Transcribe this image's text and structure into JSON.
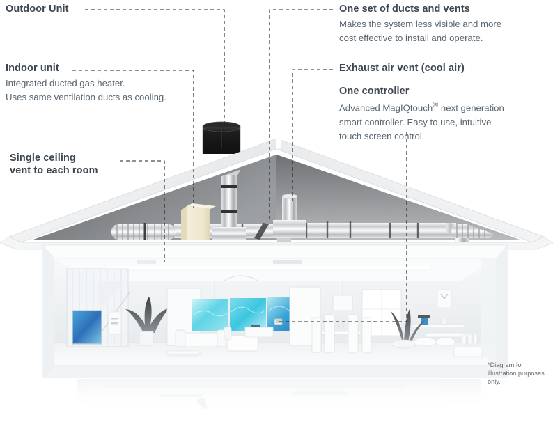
{
  "diagram": {
    "callouts": [
      {
        "id": "outdoor-unit",
        "title": "Outdoor Unit",
        "body": []
      },
      {
        "id": "indoor-unit",
        "title": "Indoor unit",
        "body": [
          "Integrated ducted gas heater.",
          "Uses same ventilation ducts as cooling."
        ]
      },
      {
        "id": "single-ceiling-vent",
        "title_line1": "Single ceiling",
        "title_line2": "vent to each room",
        "body": []
      },
      {
        "id": "one-set-of-ducts-and-vents",
        "title": "One set of ducts and vents",
        "body": [
          "Makes the system less visible and more",
          "cost effective to install and operate."
        ]
      },
      {
        "id": "exhaust-air-vent",
        "title": "Exhaust air vent (cool air)",
        "body": []
      },
      {
        "id": "one-controller",
        "title": "One controller",
        "body_line1_pre": "Advanced MagIQtouch",
        "body_line1_sup": "®",
        "body_line1_post": " next generation",
        "body_line2": "smart controller. Easy to use, intuitive",
        "body_line3": "touch screen control."
      }
    ],
    "disclaimer": {
      "line1": "*Diagram for",
      "line2": "illustration purposes",
      "line3": "only."
    },
    "colors": {
      "heading": "#3d4652",
      "body": "#5a6670",
      "leader_line": "#2b2b2b",
      "outdoor_unit": "#262626",
      "roof_shadow": "#8a8d90",
      "roof_face": "#e8eaec",
      "artwork_teal": "#4fd2e4",
      "artwork_blue": "#2e7fc4",
      "background": "#ffffff"
    },
    "scene": {
      "roof": "gable-roof",
      "attic_equipment": [
        "outdoor-unit",
        "indoor-gas-heater-box",
        "flue-pipe",
        "horizontal-duct-run",
        "exhaust-air-vent-cylinder",
        "flexible-ducts"
      ],
      "interior_rooms": [
        "living-room",
        "dining-room"
      ],
      "interior_objects": [
        "wall-artwork-triptych",
        "framed-picture",
        "indoor-plant",
        "sofa",
        "armchair",
        "coffee-table",
        "dining-table",
        "dining-chairs",
        "pendant-light",
        "window",
        "wall-shelf",
        "wall-clock",
        "wall-controller",
        "ceiling-vent"
      ]
    }
  }
}
